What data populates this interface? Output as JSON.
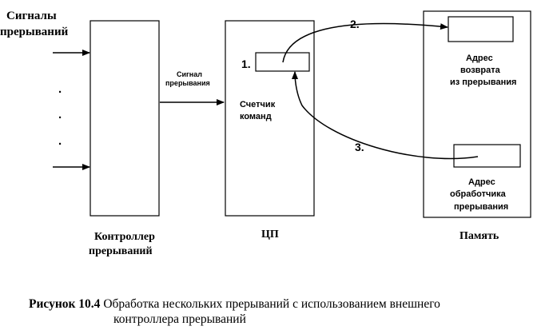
{
  "diagram": {
    "signals_title": [
      "Сигналы",
      "прерываний"
    ],
    "signal_label": [
      "Сигнал",
      "прерывания"
    ],
    "controller_label": [
      "Контроллер",
      "прерываний"
    ],
    "cpu_label": "ЦП",
    "memory_label": "Память",
    "pc_label": [
      "Счетчик",
      "команд"
    ],
    "return_addr_label": [
      "Адрес",
      "возврата",
      "из прерывания"
    ],
    "handler_addr_label": [
      "Адрес",
      "обработчика",
      "прерывания"
    ],
    "step1": "1.",
    "step2": "2.",
    "step3": "3.",
    "dots": ".",
    "colors": {
      "line": "#000000",
      "background": "#ffffff"
    }
  },
  "caption": {
    "label": "Рисунок 10.4",
    "text_line1": "Обработка нескольких прерываний с использованием внешнего",
    "text_line2": "контроллера прерываний"
  }
}
